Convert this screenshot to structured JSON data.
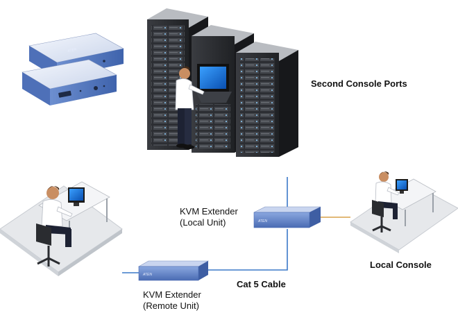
{
  "labels": {
    "second_console_ports": "Second Console Ports",
    "kvm_local_line1": "KVM Extender",
    "kvm_local_line2": "(Local Unit)",
    "kvm_remote_line1": "KVM Extender",
    "kvm_remote_line2": "(Remote Unit)",
    "cat5_cable": "Cat 5 Cable",
    "local_console": "Local Console"
  },
  "device_brand": "ATEN",
  "colors": {
    "cable_blue": "#3a78c8",
    "cable_orange": "#d8a24a",
    "device_blue": "#5b7fc4",
    "rack_dark": "#2b2d31",
    "floor_gray": "#e6e8eb"
  }
}
